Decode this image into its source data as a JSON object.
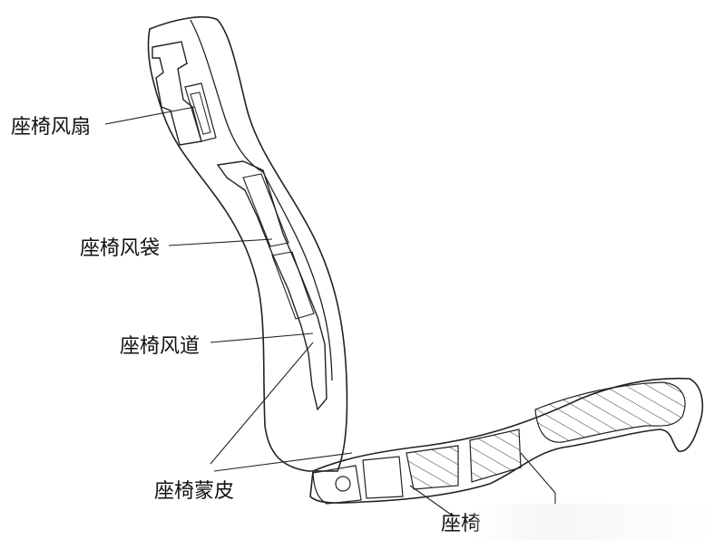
{
  "labels": {
    "fan": "座椅风扇",
    "airbag": "座椅风袋",
    "duct": "座椅风道",
    "cover": "座椅蒙皮",
    "bottom_partial": "座椅"
  },
  "colors": {
    "line": "#222222",
    "hatch": "#333333",
    "background": "#ffffff"
  }
}
